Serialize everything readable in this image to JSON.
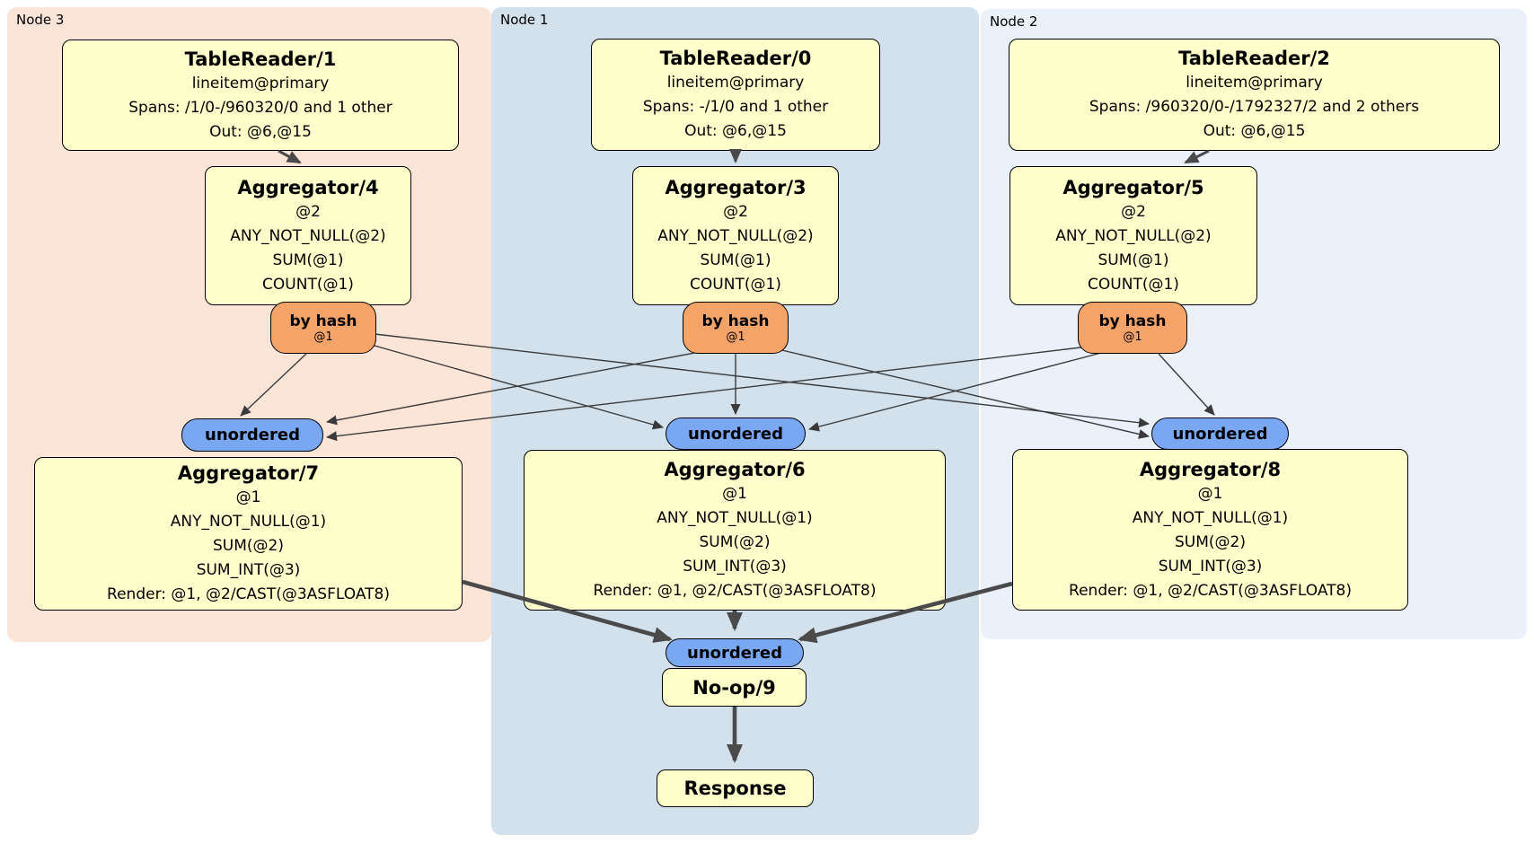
{
  "colors": {
    "node3_bg": "#fce4d7",
    "node1_bg": "#d3e1ec",
    "node2_bg": "#eaf1fb",
    "box_fill": "#ffffcc",
    "router_fill": "#f5a469",
    "sync_fill": "#7aa7f2",
    "edge_thin": "#3a3a3a",
    "edge_thick": "#4a4a4a"
  },
  "regions": [
    {
      "label": "Node 3"
    },
    {
      "label": "Node 1"
    },
    {
      "label": "Node 2"
    }
  ],
  "boxes": {
    "tr1": {
      "title": "TableReader/1",
      "lines": [
        "lineitem@primary",
        "Spans: /1/0-/960320/0 and 1 other",
        "Out: @6,@15"
      ]
    },
    "tr0": {
      "title": "TableReader/0",
      "lines": [
        "lineitem@primary",
        "Spans: -/1/0 and 1 other",
        "Out: @6,@15"
      ]
    },
    "tr2": {
      "title": "TableReader/2",
      "lines": [
        "lineitem@primary",
        "Spans: /960320/0-/1792327/2 and 2 others",
        "Out: @6,@15"
      ]
    },
    "agg4": {
      "title": "Aggregator/4",
      "lines": [
        "@2",
        "ANY_NOT_NULL(@2)",
        "SUM(@1)",
        "COUNT(@1)"
      ]
    },
    "agg3": {
      "title": "Aggregator/3",
      "lines": [
        "@2",
        "ANY_NOT_NULL(@2)",
        "SUM(@1)",
        "COUNT(@1)"
      ]
    },
    "agg5": {
      "title": "Aggregator/5",
      "lines": [
        "@2",
        "ANY_NOT_NULL(@2)",
        "SUM(@1)",
        "COUNT(@1)"
      ]
    },
    "agg7": {
      "title": "Aggregator/7",
      "lines": [
        "@1",
        "ANY_NOT_NULL(@1)",
        "SUM(@2)",
        "SUM_INT(@3)",
        "Render: @1, @2/CAST(@3ASFLOAT8)"
      ]
    },
    "agg6": {
      "title": "Aggregator/6",
      "lines": [
        "@1",
        "ANY_NOT_NULL(@1)",
        "SUM(@2)",
        "SUM_INT(@3)",
        "Render: @1, @2/CAST(@3ASFLOAT8)"
      ]
    },
    "agg8": {
      "title": "Aggregator/8",
      "lines": [
        "@1",
        "ANY_NOT_NULL(@1)",
        "SUM(@2)",
        "SUM_INT(@3)",
        "Render: @1, @2/CAST(@3ASFLOAT8)"
      ]
    },
    "noop": {
      "title": "No-op/9",
      "lines": []
    },
    "response": {
      "title": "Response",
      "lines": []
    }
  },
  "router": {
    "label": "by hash",
    "sublabel": "@1"
  },
  "sync": {
    "label": "unordered"
  },
  "edges": [
    {
      "from": "TableReader/1",
      "to": "Aggregator/4"
    },
    {
      "from": "TableReader/0",
      "to": "Aggregator/3"
    },
    {
      "from": "TableReader/2",
      "to": "Aggregator/5"
    },
    {
      "from": "Aggregator/4 by hash",
      "to": "unordered (Node 3)"
    },
    {
      "from": "Aggregator/4 by hash",
      "to": "unordered (Node 1)"
    },
    {
      "from": "Aggregator/4 by hash",
      "to": "unordered (Node 2)"
    },
    {
      "from": "Aggregator/3 by hash",
      "to": "unordered (Node 3)"
    },
    {
      "from": "Aggregator/3 by hash",
      "to": "unordered (Node 1)"
    },
    {
      "from": "Aggregator/3 by hash",
      "to": "unordered (Node 2)"
    },
    {
      "from": "Aggregator/5 by hash",
      "to": "unordered (Node 3)"
    },
    {
      "from": "Aggregator/5 by hash",
      "to": "unordered (Node 1)"
    },
    {
      "from": "Aggregator/5 by hash",
      "to": "unordered (Node 2)"
    },
    {
      "from": "Aggregator/7",
      "to": "unordered (final)"
    },
    {
      "from": "Aggregator/6",
      "to": "unordered (final)"
    },
    {
      "from": "Aggregator/8",
      "to": "unordered (final)"
    },
    {
      "from": "No-op/9",
      "to": "Response"
    }
  ]
}
